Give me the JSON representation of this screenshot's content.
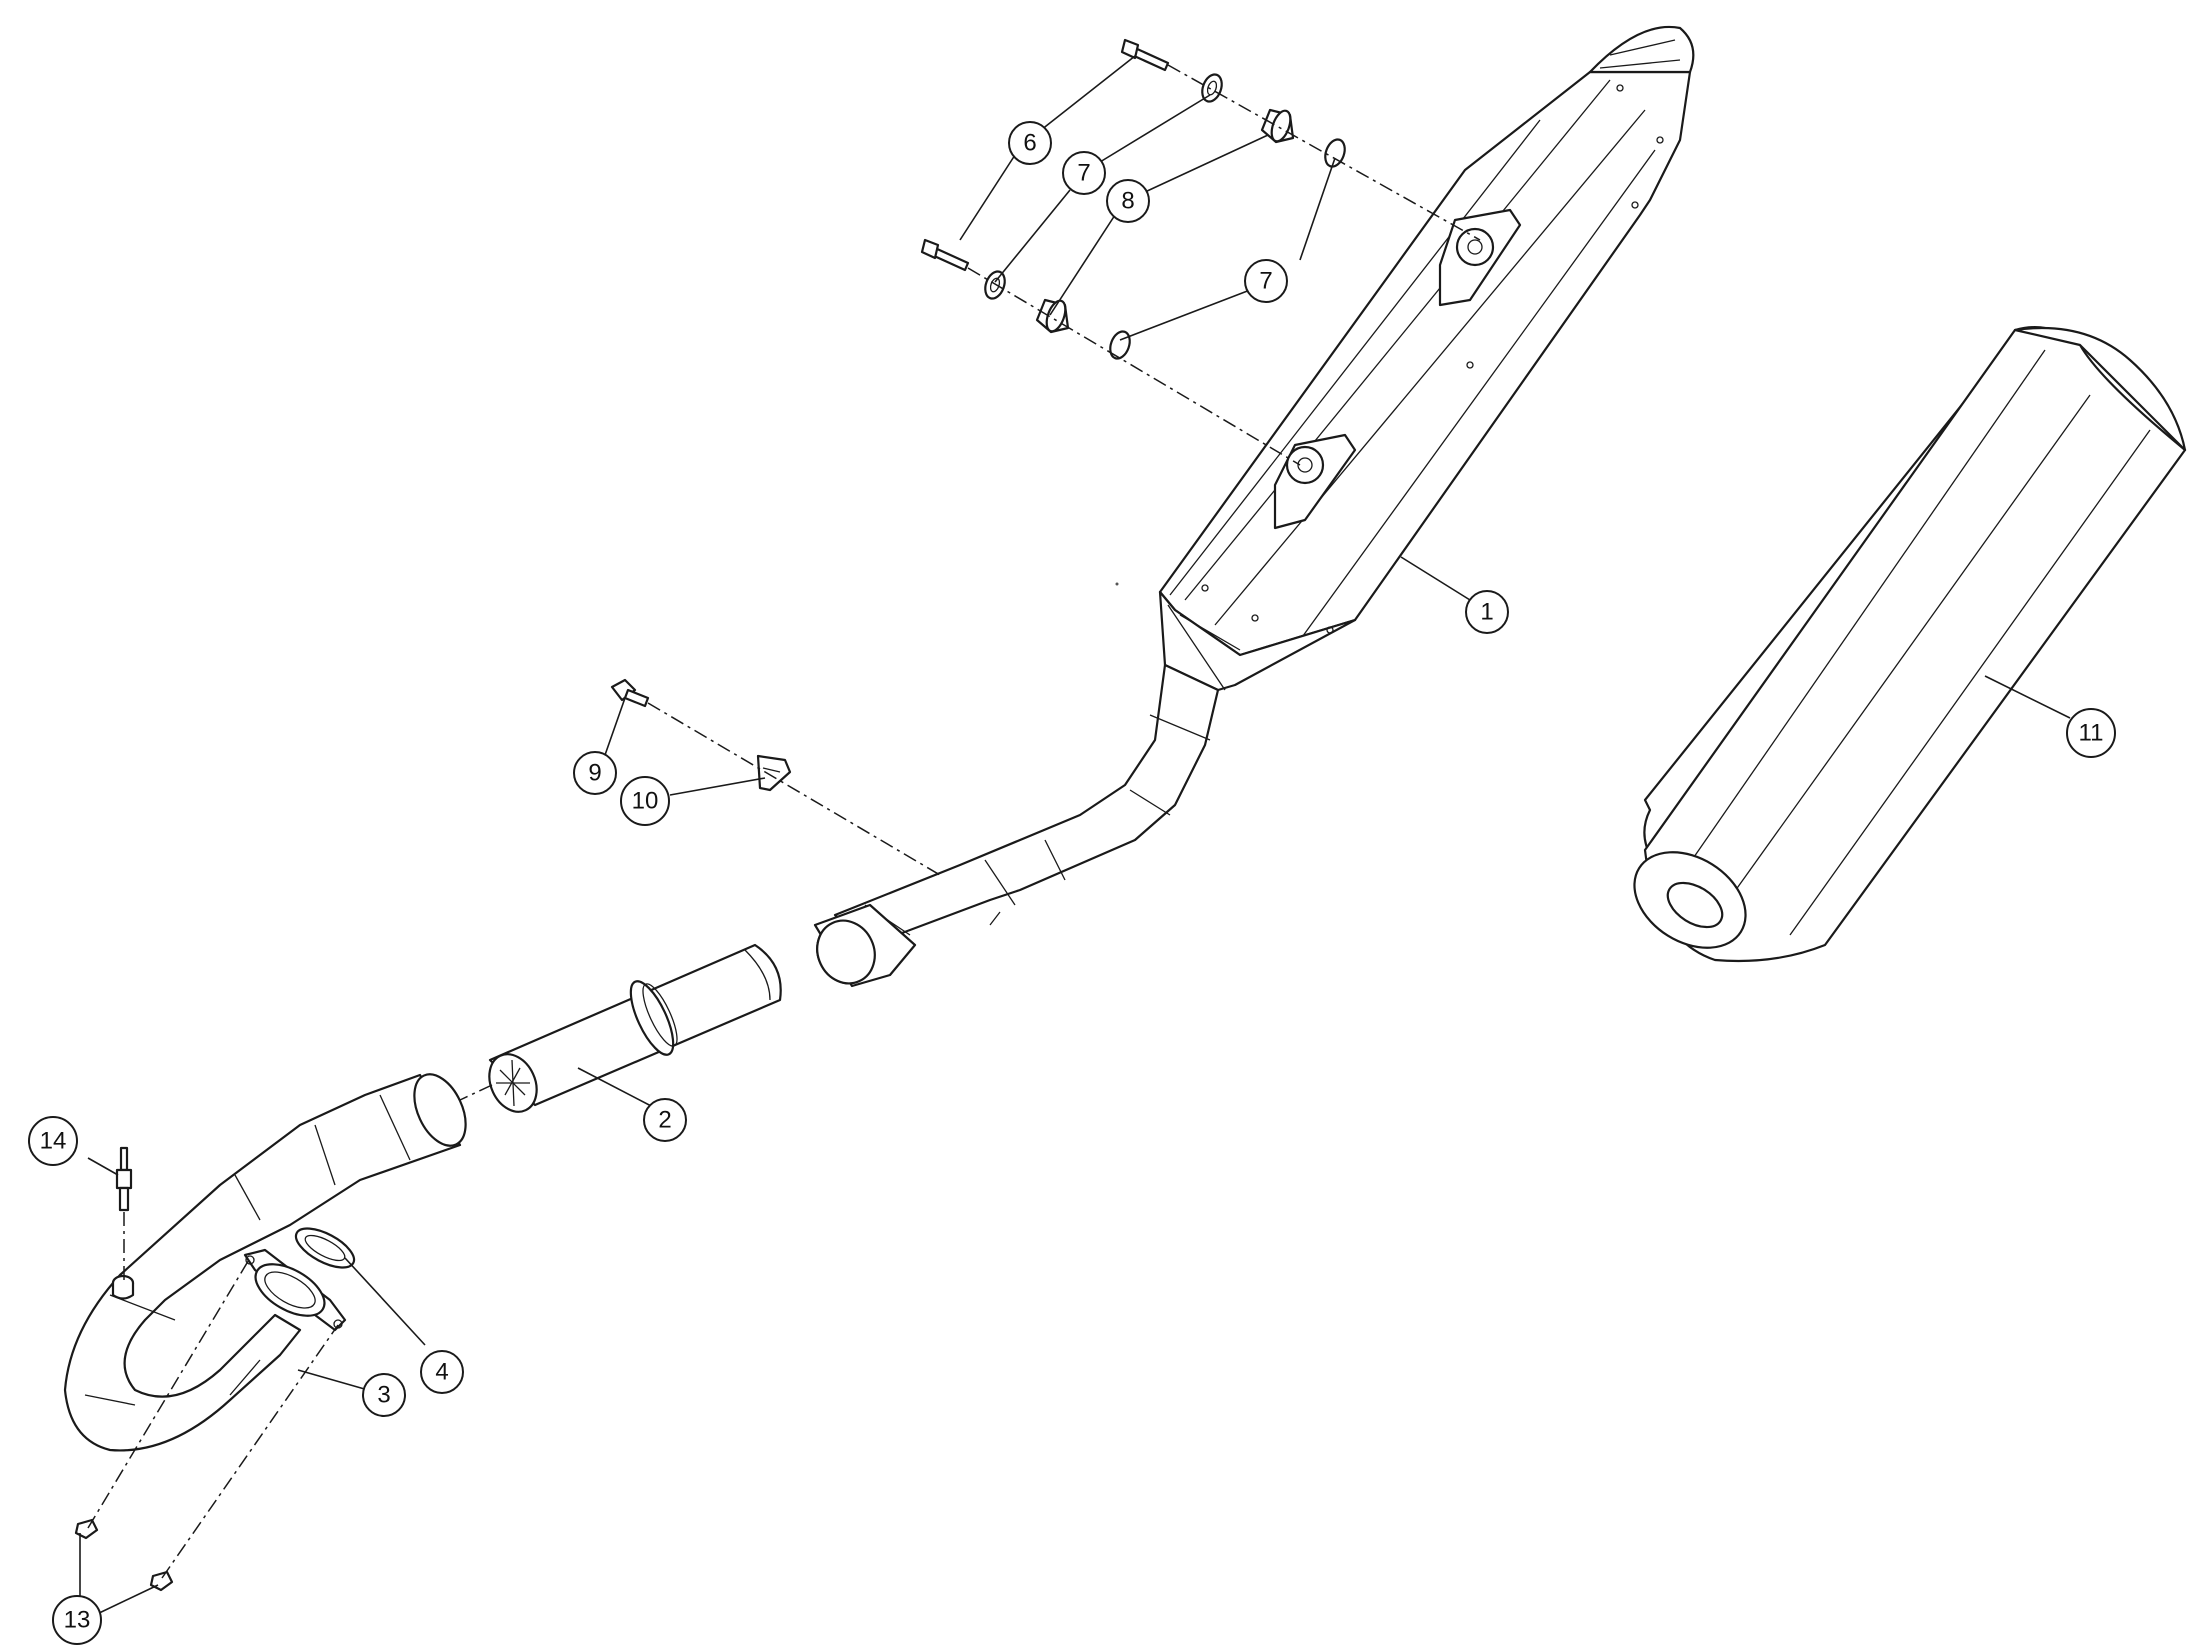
{
  "diagram": {
    "type": "exploded-parts-view",
    "callouts": [
      {
        "id": "c1",
        "label": "1"
      },
      {
        "id": "c2",
        "label": "2"
      },
      {
        "id": "c3",
        "label": "3"
      },
      {
        "id": "c4",
        "label": "4"
      },
      {
        "id": "c6",
        "label": "6"
      },
      {
        "id": "c7a",
        "label": "7"
      },
      {
        "id": "c7b",
        "label": "7"
      },
      {
        "id": "c8",
        "label": "8"
      },
      {
        "id": "c9",
        "label": "9"
      },
      {
        "id": "c10",
        "label": "10"
      },
      {
        "id": "c11",
        "label": "11"
      },
      {
        "id": "c13",
        "label": "13"
      },
      {
        "id": "c14",
        "label": "14"
      }
    ]
  }
}
